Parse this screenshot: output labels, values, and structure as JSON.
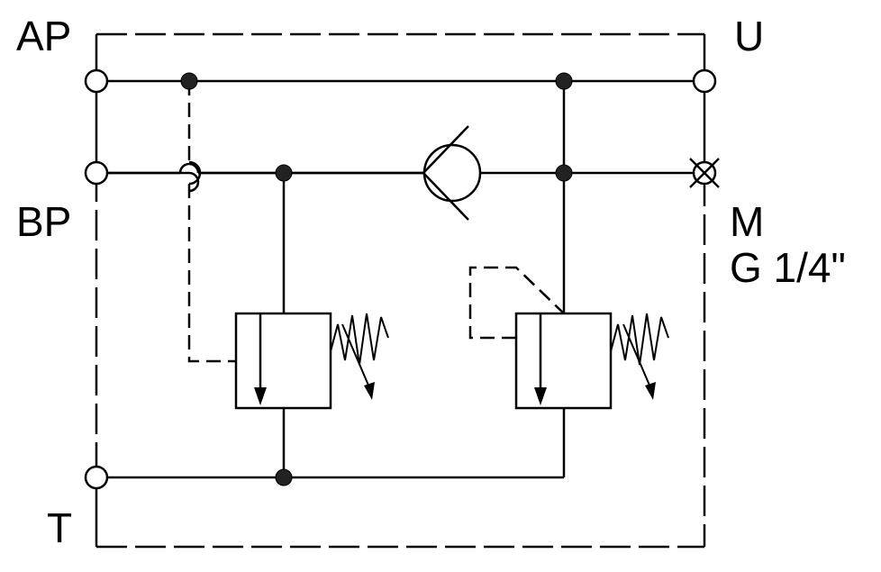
{
  "ports": {
    "ap": "AP",
    "bp": "BP",
    "t": "T",
    "u": "U",
    "m": "M",
    "m_thread": "G 1/4\""
  },
  "colors": {
    "line": "#000000",
    "node": "#222222",
    "background": "#ffffff"
  },
  "icons": {
    "check_valve": "check-valve-icon",
    "relief_valve": "pressure-relief-valve-icon",
    "plugged_port": "plugged-port-icon"
  }
}
